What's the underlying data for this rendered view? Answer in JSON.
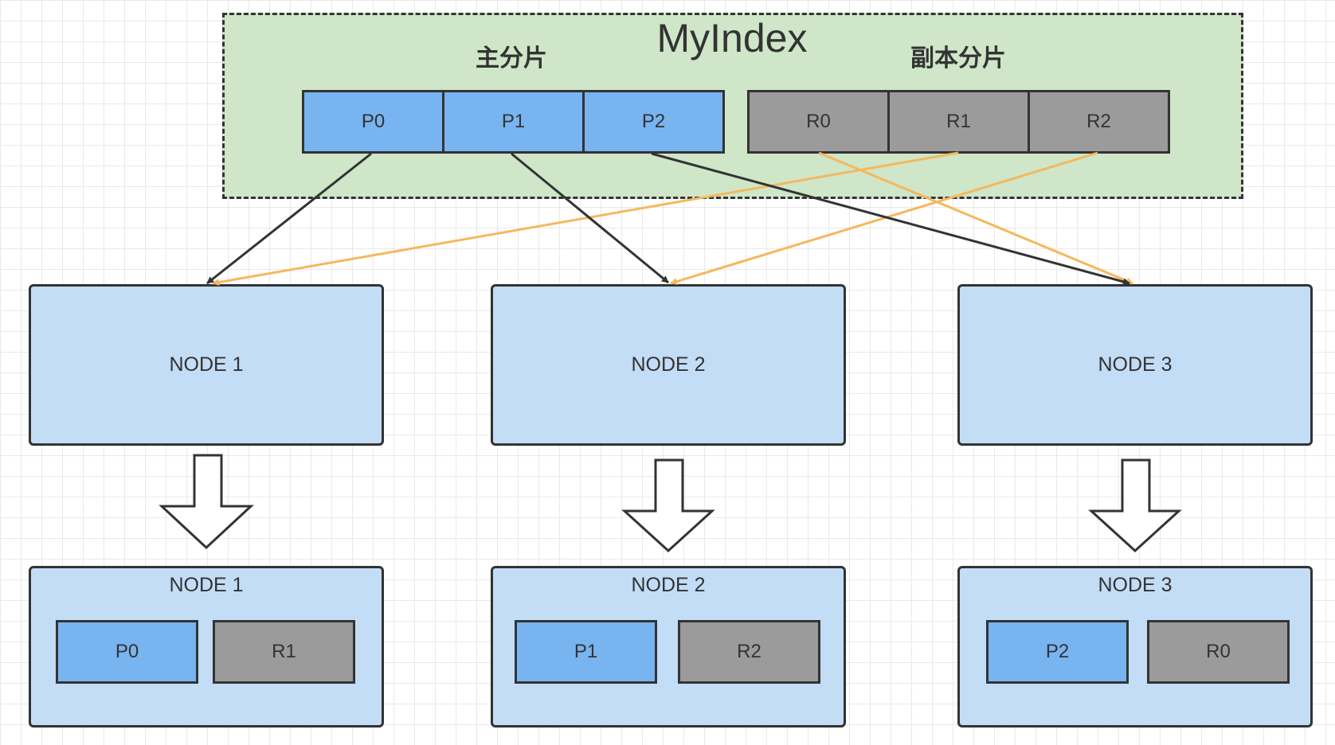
{
  "index": {
    "title": "MyIndex",
    "primary_label": "主分片",
    "replica_label": "副本分片",
    "primary_shards": [
      "P0",
      "P1",
      "P2"
    ],
    "replica_shards": [
      "R0",
      "R1",
      "R2"
    ]
  },
  "nodes_top": [
    {
      "label": "NODE 1"
    },
    {
      "label": "NODE 2"
    },
    {
      "label": "NODE 3"
    }
  ],
  "nodes_bottom": [
    {
      "label": "NODE 1",
      "primary": "P0",
      "replica": "R1"
    },
    {
      "label": "NODE 2",
      "primary": "P1",
      "replica": "R2"
    },
    {
      "label": "NODE 3",
      "primary": "P2",
      "replica": "R0"
    }
  ],
  "colors": {
    "index_bg": "#cfe6c9",
    "primary": "#78b4f0",
    "replica": "#9b9b9b",
    "node": "#c3ddf7",
    "primary_arrow": "#333333",
    "replica_arrow": "#f5b85c"
  }
}
